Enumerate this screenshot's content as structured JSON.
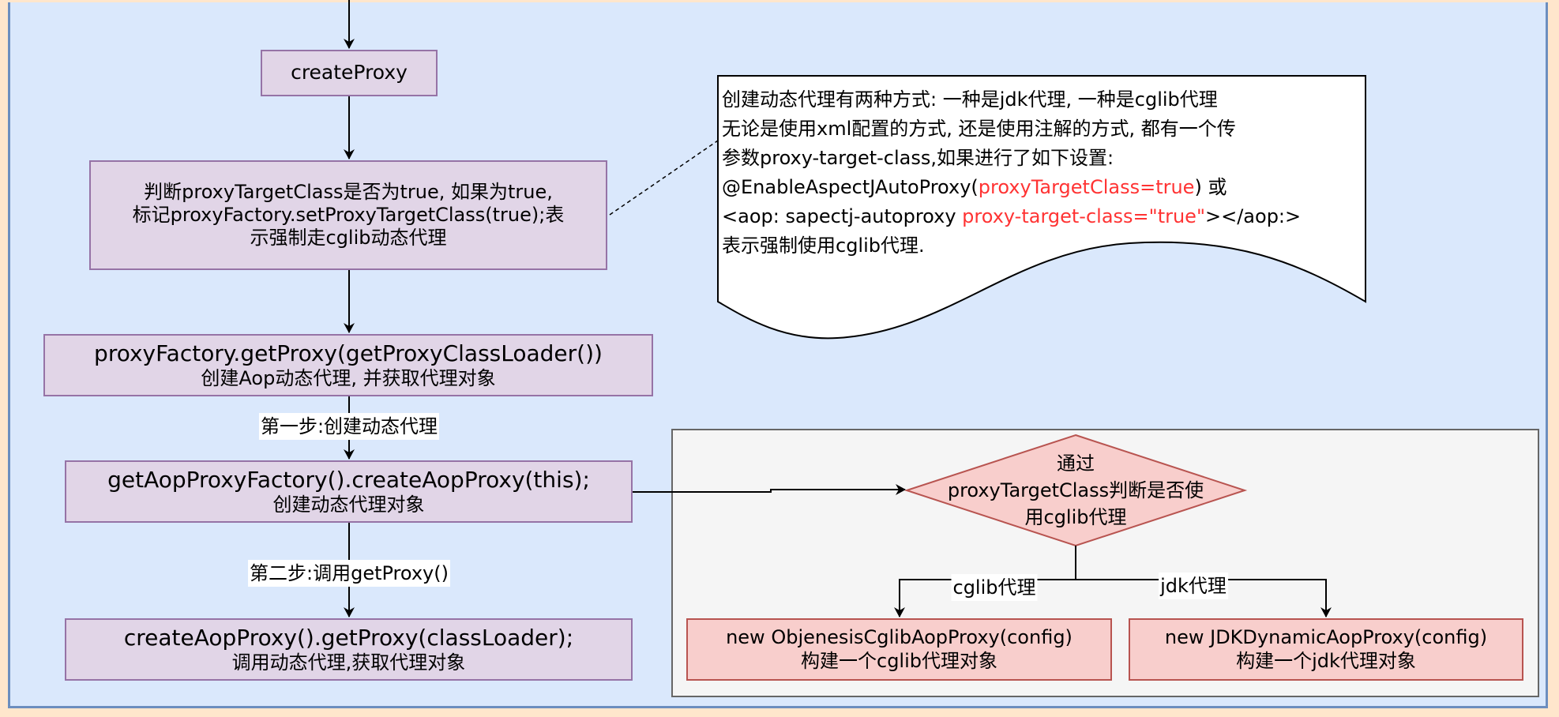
{
  "diagram": {
    "colors": {
      "page_background": "#ffe6cc",
      "container_fill": "#dae8fc",
      "container_stroke": "#6c8ebf",
      "process_fill": "#e1d5e7",
      "process_stroke": "#9673a6",
      "decision_fill": "#f8cecc",
      "decision_stroke": "#b85450",
      "subpanel_fill": "#f5f5f5",
      "subpanel_stroke": "#666666",
      "highlight_text": "#ff3333"
    },
    "nodes": {
      "create_proxy": {
        "label": "createProxy"
      },
      "check_target_class": {
        "lines": [
          "判断proxyTargetClass是否为true, 如果为true,",
          "标记proxyFactory.setProxyTargetClass(true);表",
          "示强制走cglib动态代理"
        ]
      },
      "get_proxy": {
        "title": "proxyFactory.getProxy(getProxyClassLoader())",
        "subtitle": "创建Aop动态代理, 并获取代理对象"
      },
      "create_aop_proxy": {
        "title": "getAopProxyFactory().createAopProxy(this);",
        "subtitle": "创建动态代理对象"
      },
      "invoke_get_proxy": {
        "title": "createAopProxy().getProxy(classLoader);",
        "subtitle": "调用动态代理,获取代理对象"
      },
      "decision": {
        "lines": [
          "通过",
          "proxyTargetClass判断是否使",
          "用cglib代理"
        ]
      },
      "cglib_proxy": {
        "title": "new ObjenesisCglibAopProxy(config)",
        "subtitle": "构建一个cglib代理对象"
      },
      "jdk_proxy": {
        "title": "new JDKDynamicAopProxy(config)",
        "subtitle": "构建一个jdk代理对象"
      }
    },
    "edge_labels": {
      "step_one": "第一步:创建动态代理",
      "step_two": "第二步:调用getProxy()",
      "cglib_branch": "cglib代理",
      "jdk_branch": "jdk代理"
    },
    "note": {
      "line1": "创建动态代理有两种方式: 一种是jdk代理, 一种是cglib代理",
      "line2": "无论是使用xml配置的方式, 还是使用注解的方式, 都有一个传",
      "line3": "参数proxy-target-class,如果进行了如下设置:",
      "line4_prefix": "@EnableAspectJAutoProxy(",
      "line4_highlight": "proxyTargetClass=true",
      "line4_suffix": ") 或",
      "line5_prefix": "<aop: sapectj-autoproxy ",
      "line5_highlight": "proxy-target-class=\"true\"",
      "line5_suffix": "></aop:>",
      "line6": "表示强制使用cglib代理."
    }
  }
}
